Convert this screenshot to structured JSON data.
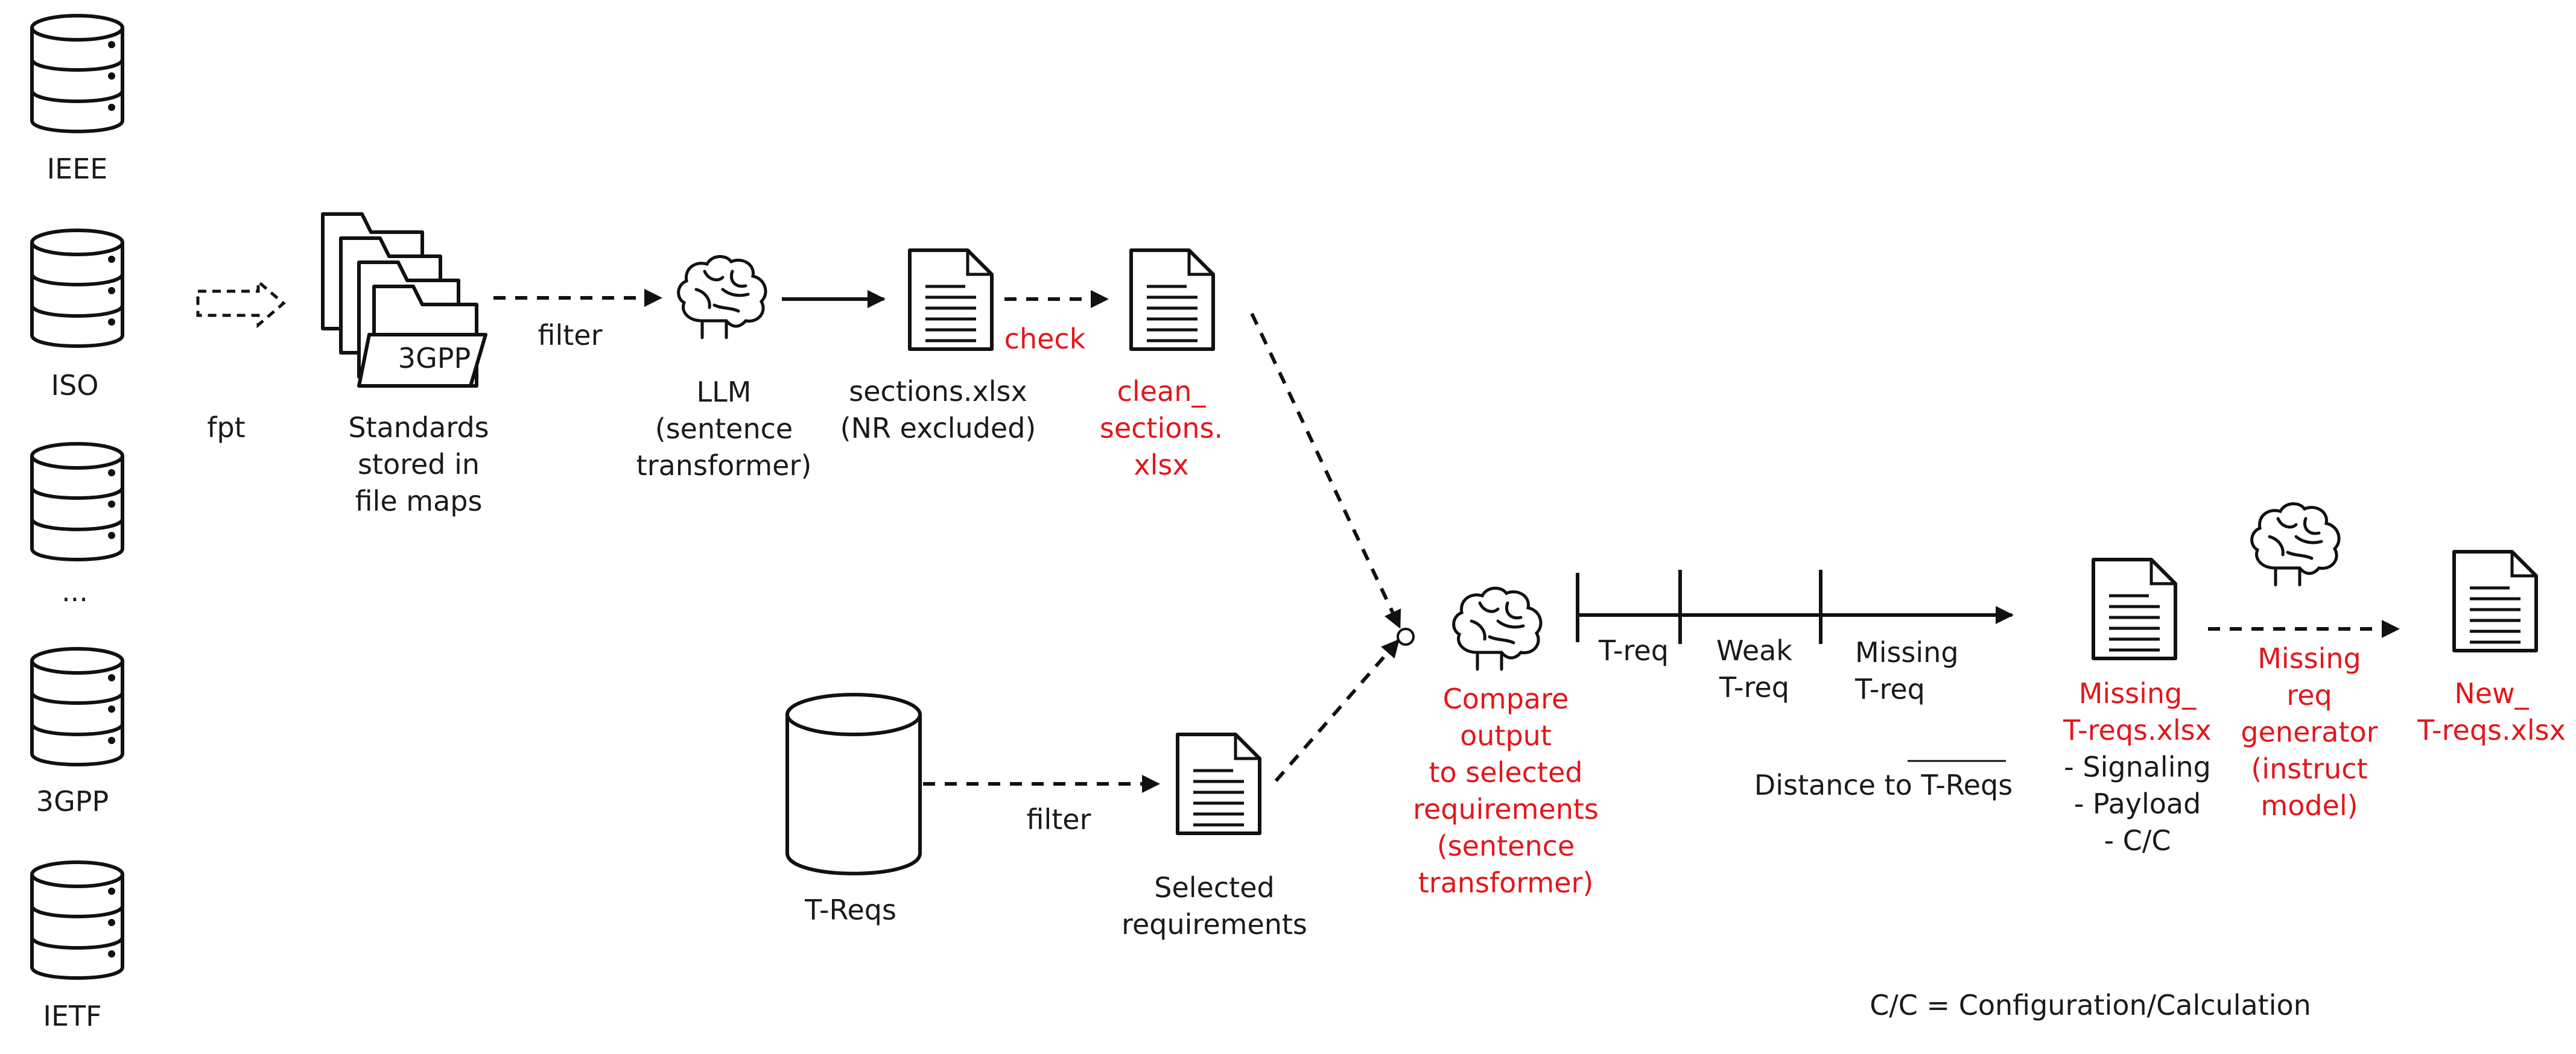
{
  "sources": [
    "IEEE",
    "ISO",
    "...",
    "3GPP",
    "IETF"
  ],
  "labels": {
    "fpt": "fpt",
    "folder_tag": "3GPP",
    "standards": [
      "Standards",
      "stored in",
      "file maps"
    ],
    "filter1": "filter",
    "llm": [
      "LLM",
      "(sentence",
      "transformer)"
    ],
    "sections": [
      "sections.xlsx",
      "(NR excluded)"
    ],
    "check": "check",
    "clean": [
      "clean_",
      "sections.",
      "xlsx"
    ],
    "treqs": "T-Reqs",
    "filter2": "filter",
    "selected": [
      "Selected",
      "requirements"
    ],
    "compare": [
      "Compare",
      "output",
      "to selected",
      "requirements",
      "(sentence",
      "transformer)"
    ],
    "scale": [
      "T-req",
      "Weak",
      "T-req",
      "Missing",
      "T-req"
    ],
    "distance": "Distance to T-Reqs",
    "missing_file": [
      "Missing_",
      "T-reqs.xlsx"
    ],
    "missing_items": [
      "- Signaling",
      "- Payload",
      "- C/C"
    ],
    "generator": [
      "Missing",
      "req",
      "generator",
      "(instruct",
      "model)"
    ],
    "new_file": [
      "New_",
      "T-reqs.xlsx"
    ],
    "footnote": "C/C = Configuration/Calculation"
  },
  "colors": {
    "ink": "#111111",
    "accent": "#e4161b"
  }
}
